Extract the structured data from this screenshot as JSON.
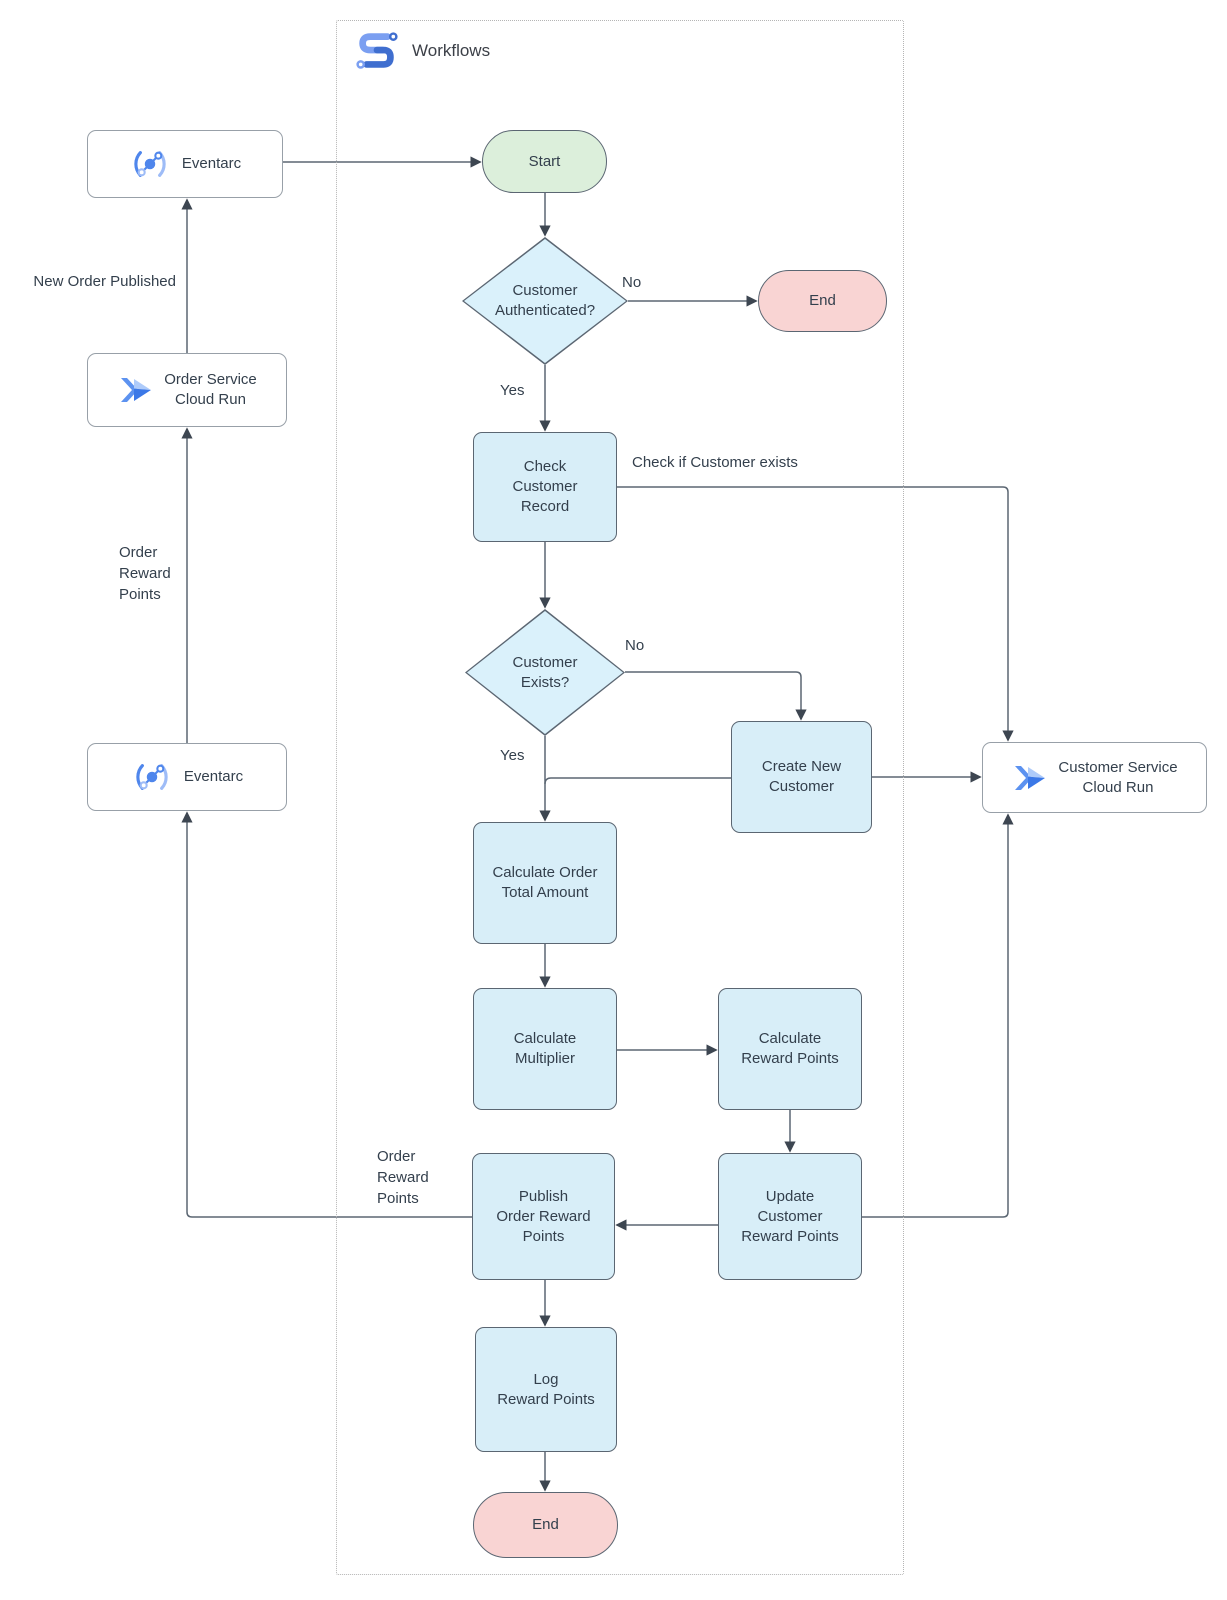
{
  "header": {
    "title": "Workflows",
    "icon": "workflows-icon"
  },
  "colors": {
    "process_fill": "#d8eef8",
    "decision_fill": "#daf1fb",
    "start_fill": "#dcefdb",
    "end_fill": "#f9d4d3",
    "shape_border": "#5b6672",
    "white_node_border": "#98a0a8",
    "connector": "#5b6672",
    "text": "#333f4c",
    "container_border": "#b5b5b5",
    "icon_blue": "#4285f4",
    "icon_blue_light": "#aecbfa"
  },
  "nodes": {
    "eventarc_top": {
      "label": "Eventarc",
      "icon": "eventarc-icon"
    },
    "order_service": {
      "label": "Order Service\nCloud Run",
      "icon": "cloud-run-icon"
    },
    "eventarc_bottom": {
      "label": "Eventarc",
      "icon": "eventarc-icon"
    },
    "customer_service": {
      "label": "Customer Service\nCloud Run",
      "icon": "cloud-run-icon"
    },
    "start": {
      "label": "Start"
    },
    "customer_authenticated": {
      "label": "Customer\nAuthenticated?"
    },
    "end_top": {
      "label": "End"
    },
    "check_customer_record": {
      "label": "Check\nCustomer\nRecord"
    },
    "customer_exists": {
      "label": "Customer\nExists?"
    },
    "create_new_customer": {
      "label": "Create New\nCustomer"
    },
    "calculate_order_total": {
      "label": "Calculate Order\nTotal Amount"
    },
    "calculate_multiplier": {
      "label": "Calculate\nMultiplier"
    },
    "calculate_reward_points": {
      "label": "Calculate\nReward Points"
    },
    "update_customer_reward_points": {
      "label": "Update\nCustomer\nReward Points"
    },
    "publish_order_reward_points": {
      "label": "Publish\nOrder Reward\nPoints"
    },
    "log_reward_points": {
      "label": "Log\nReward Points"
    },
    "end_bottom": {
      "label": "End"
    }
  },
  "edge_labels": {
    "no_authenticated": "No",
    "yes_authenticated": "Yes",
    "check_if_customer_exists": "Check if Customer exists",
    "no_exists": "No",
    "yes_exists": "Yes",
    "new_order_published": "New Order Published",
    "order_reward_points_left": "Order\nReward\nPoints",
    "order_reward_points_publish": "Order\nReward\nPoints"
  }
}
